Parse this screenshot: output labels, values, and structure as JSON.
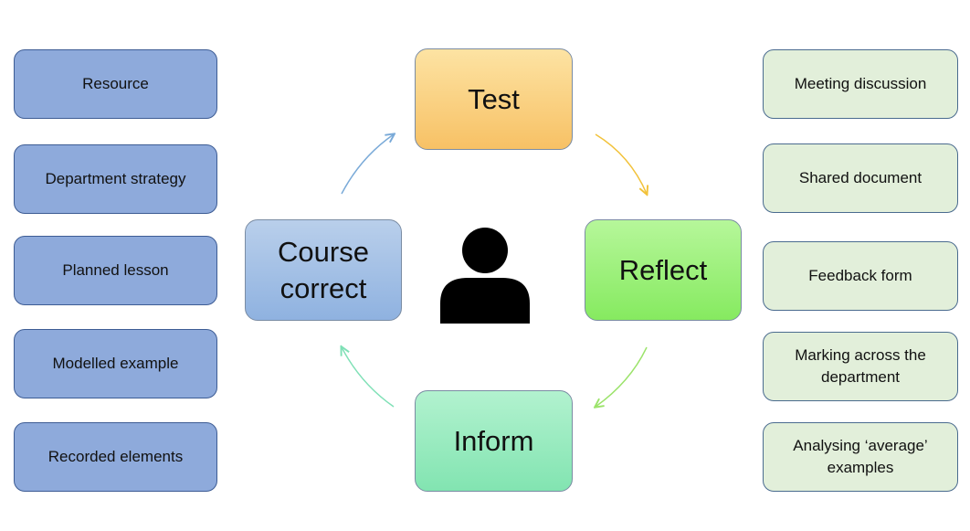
{
  "left_items": [
    {
      "label": "Resource"
    },
    {
      "label": "Department strategy"
    },
    {
      "label": "Planned lesson"
    },
    {
      "label": "Modelled example"
    },
    {
      "label": "Recorded elements"
    }
  ],
  "cycle": {
    "test": "Test",
    "reflect": "Reflect",
    "inform": "Inform",
    "course_correct_line1": "Course",
    "course_correct_line2": "correct"
  },
  "right_items": [
    {
      "label": "Meeting discussion"
    },
    {
      "label": "Shared document"
    },
    {
      "label": "Feedback form"
    },
    {
      "label": "Marking across the department"
    },
    {
      "label": "Analysing ‘average’ examples"
    }
  ],
  "icons": {
    "center": "person-icon"
  },
  "colors": {
    "left_fill": "#8eaadb",
    "right_fill": "#e2efda",
    "test_fill": "#f7c165",
    "reflect_fill": "#86ea60",
    "inform_fill": "#82e4b1",
    "course_fill": "#8fb2e0",
    "arrow_test_reflect": "#f2c23a",
    "arrow_reflect_inform": "#9be36a",
    "arrow_inform_course": "#7fe0b6",
    "arrow_course_test": "#7aaad8"
  }
}
